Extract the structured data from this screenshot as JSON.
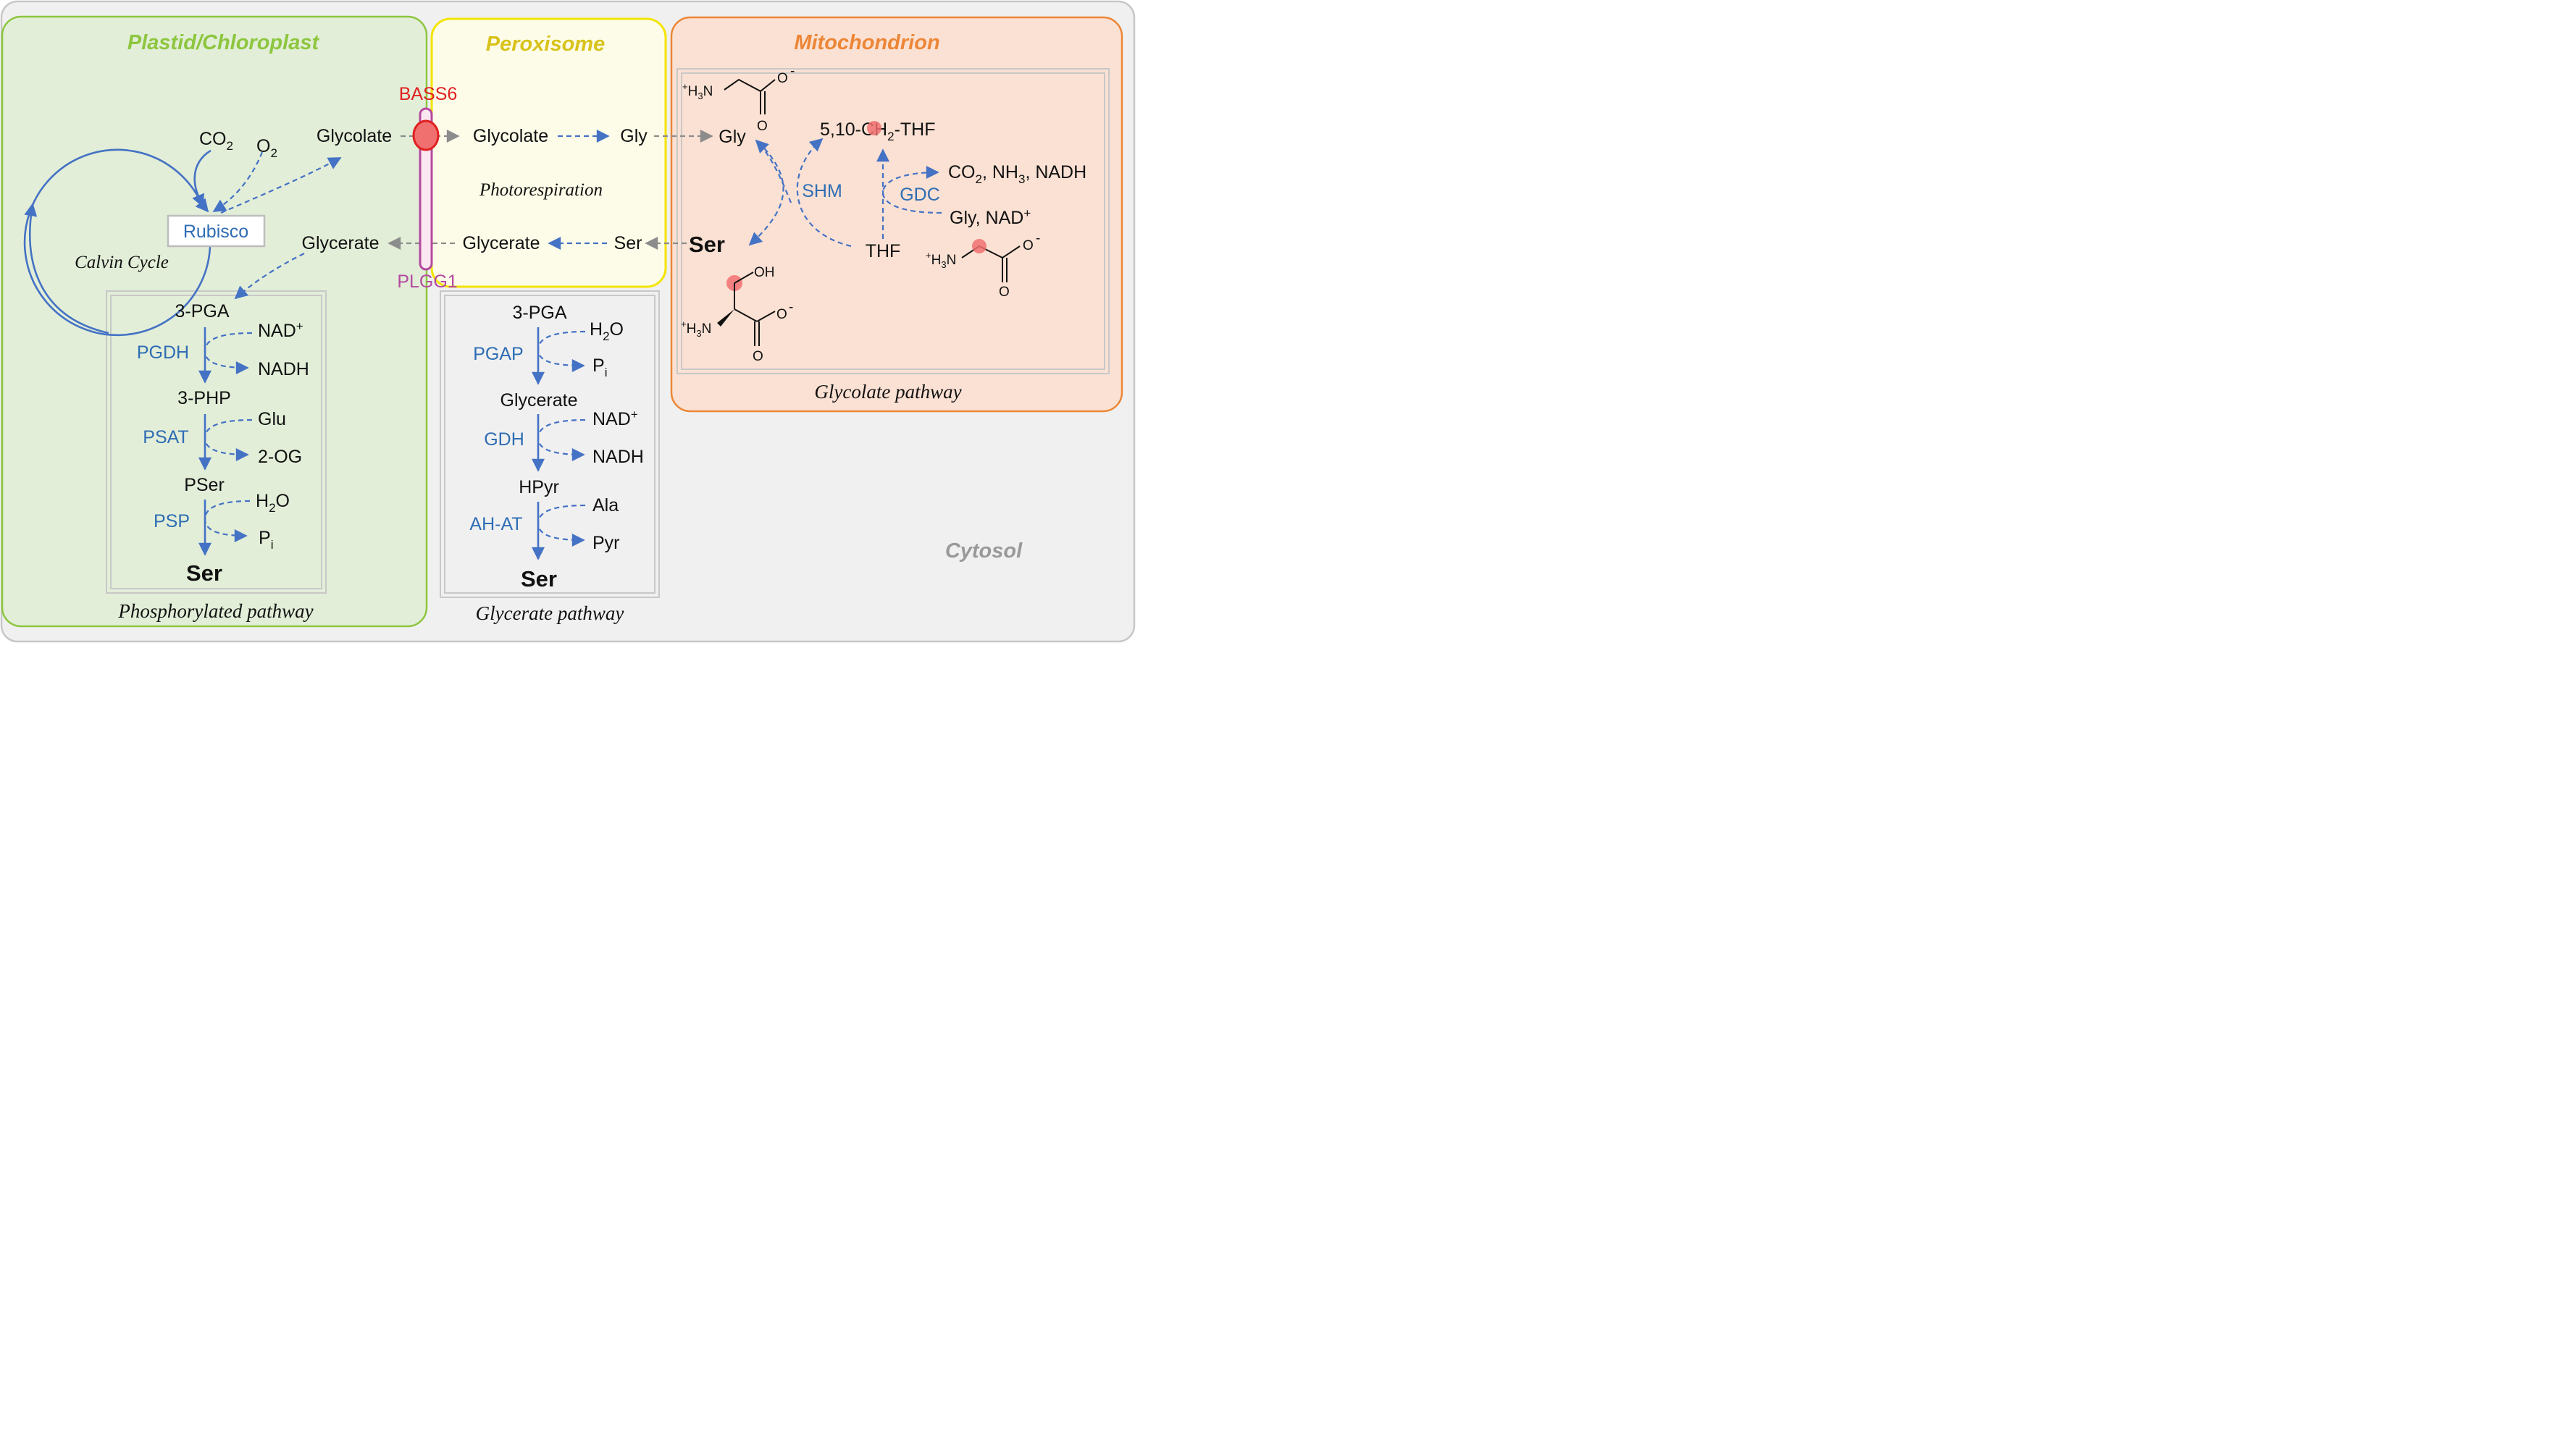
{
  "compartments": {
    "plastid": "Plastid/Chloroplast",
    "peroxisome": "Peroxisome",
    "mitochondrion": "Mitochondrion",
    "cytosol": "Cytosol"
  },
  "transporters": {
    "bass6": "BASS6",
    "plgg1": "PLGG1"
  },
  "photorespiration": {
    "title": "Photorespiration",
    "co2": "CO",
    "co2_sub": "2",
    "o2": "O",
    "o2_sub": "2",
    "rubisco": "Rubisco",
    "calvin_cycle": "Calvin Cycle",
    "glycolate_plastid": "Glycolate",
    "glycolate_perox": "Glycolate",
    "gly_perox": "Gly",
    "glycerate_plastid": "Glycerate",
    "glycerate_perox": "Glycerate",
    "ser_perox": "Ser"
  },
  "phosphorylated": {
    "name": "Phosphorylated pathway",
    "pga": "3-PGA",
    "pgdh": "PGDH",
    "nad": "NAD",
    "nad_sup": "+",
    "nadh": "NADH",
    "php": "3-PHP",
    "psat": "PSAT",
    "glu": "Glu",
    "og": "2-OG",
    "pser": "PSer",
    "psp": "PSP",
    "h2o_h": "H",
    "h2o_sub": "2",
    "h2o_o": "O",
    "pi": "P",
    "pi_sub": "i",
    "ser": "Ser"
  },
  "glycerate_pathway": {
    "name": "Glycerate pathway",
    "pga": "3-PGA",
    "pgap": "PGAP",
    "h2o_h": "H",
    "h2o_sub": "2",
    "h2o_o": "O",
    "pi": "P",
    "pi_sub": "i",
    "glycerate": "Glycerate",
    "gdh": "GDH",
    "nad": "NAD",
    "nad_sup": "+",
    "nadh": "NADH",
    "hpyr": "HPyr",
    "ahat": "AH-AT",
    "ala": "Ala",
    "pyr": "Pyr",
    "ser": "Ser"
  },
  "glycolate_pathway": {
    "name": "Glycolate pathway",
    "gly": "Gly",
    "ch2thf_a": "5,10-CH",
    "ch2thf_sub": "2",
    "ch2thf_b": "-THF",
    "shm": "SHM",
    "gdc": "GDC",
    "products_a": "CO",
    "products_sub1": "2",
    "products_b": ", NH",
    "products_sub2": "3",
    "products_c": ", NADH",
    "substrates_a": "Gly, NAD",
    "substrates_sup": "+",
    "ser": "Ser",
    "thf": "THF"
  },
  "structures": {
    "plus": "+",
    "h": "H",
    "three": "3",
    "n": "N",
    "o": "O",
    "minus": "-",
    "oh": "OH"
  },
  "colors": {
    "plastid_border": "#8dc63f",
    "plastid_fill": "#e2eed8",
    "plastid_title": "#8dc63f",
    "peroxisome_border": "#f4e400",
    "peroxisome_fill": "#fdfce8",
    "peroxisome_title": "#d8c21b",
    "mito_border": "#ec8636",
    "mito_fill": "#fbe1d3",
    "mito_title": "#ec8636",
    "cytosol_fill": "#f0f0f0",
    "cytosol_title": "#999999",
    "enzyme": "#2e6db4",
    "arrow": "#4472c4",
    "transport_arrow": "#8c8c8c",
    "bass6": "#e02020",
    "plgg1": "#b44aa0",
    "highlight": "#f07070"
  }
}
